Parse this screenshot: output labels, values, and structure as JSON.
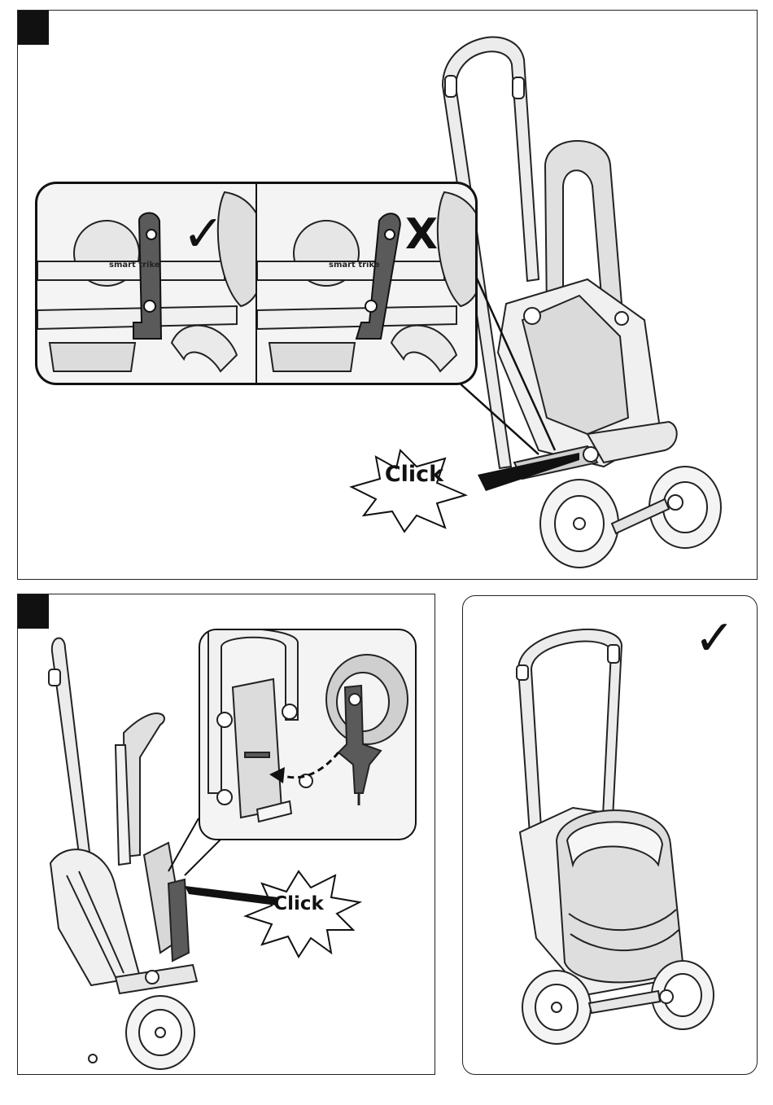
{
  "steps": {
    "top": {
      "check_mark": "✓",
      "cross_mark": "X",
      "brand_label": "smart trike",
      "callout": "Click"
    },
    "bottom_left": {
      "callout": "Click"
    },
    "bottom_right": {
      "check_mark": "✓"
    }
  },
  "colors": {
    "ink": "#111111",
    "tint": "#dcdcdc",
    "dark_part": "#5a5a5a"
  }
}
